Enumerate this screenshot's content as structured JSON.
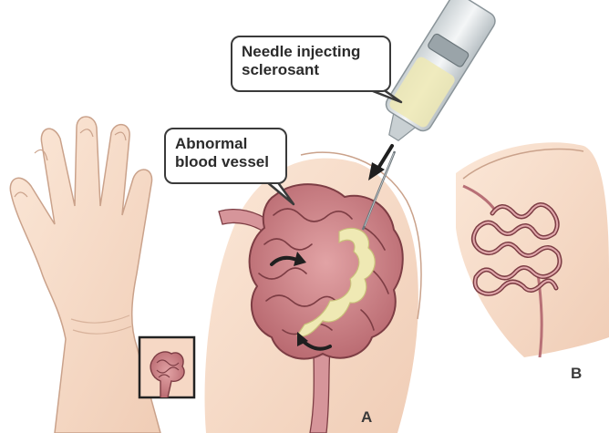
{
  "callouts": {
    "needle": {
      "line1": "Needle injecting",
      "line2": "sclerosant"
    },
    "vessel": {
      "line1": "Abnormal",
      "line2": "blood vessel"
    }
  },
  "panels": {
    "a": "A",
    "b": "B"
  },
  "colors": {
    "skin": "#f7dcc7",
    "skin_outline": "#caa28b",
    "vessel": "#cf8a8d",
    "vessel_outline": "#7d3d44",
    "sclerosant": "#efe9b4",
    "arrow": "#1f1f1f",
    "syringe": "#dfe4e6"
  }
}
